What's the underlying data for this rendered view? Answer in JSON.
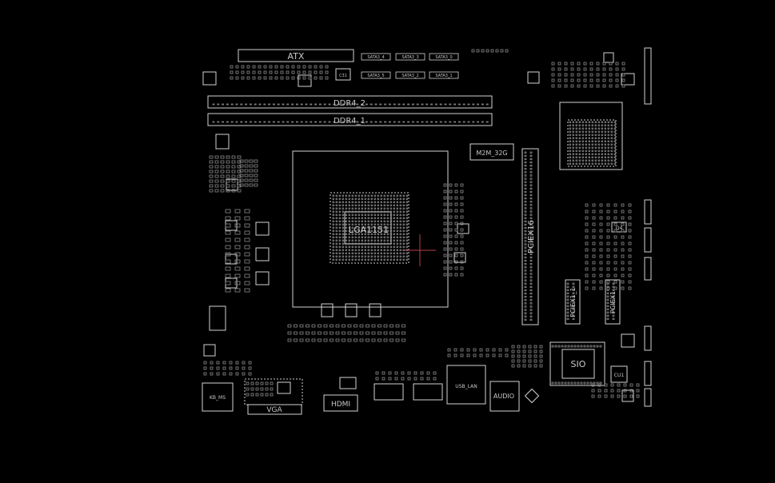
{
  "board": {
    "line_color": "#d2d2d2",
    "dim_color": "#8a8a8a",
    "cursor_color": "#b8404a",
    "background": "#000000"
  },
  "labels": {
    "atx": "ATX",
    "ddr4_2": "DDR4_2",
    "ddr4_1": "DDR4_1",
    "cpu": "LGA1151",
    "m2": "M2M_32G",
    "pciex16": "PCIEX16",
    "pciex1_1": "PCIEX1_1",
    "pciex1_2": "PCIEX1",
    "sio": "SIO",
    "hdmi": "HDMI",
    "vga": "VGA",
    "audio": "AUDIO",
    "usb_lan": "USB_LAN",
    "kb_ms": "KB_MS",
    "cu1": "CU1",
    "q4": "Q4",
    "c31": "C31",
    "sata_top": [
      "SATA3_4",
      "SATA3_3",
      "SATA3_0"
    ],
    "sata_bottom": [
      "SATA3_5",
      "SATA3_2",
      "SATA3_1"
    ]
  }
}
